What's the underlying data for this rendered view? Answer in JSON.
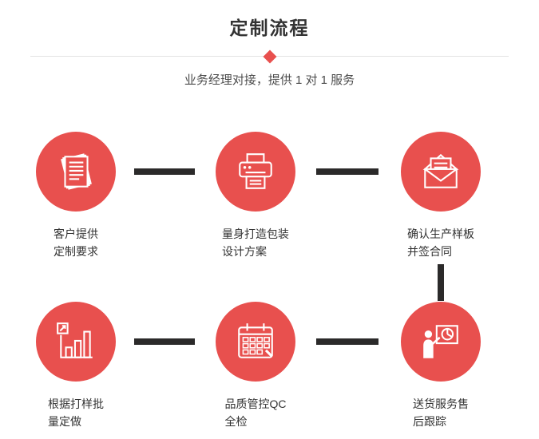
{
  "header": {
    "title": "定制流程",
    "subtitle": "业务经理对接，提供 1 对 1 服务"
  },
  "colors": {
    "accent": "#e8504e",
    "connector": "#2b2a2a"
  },
  "steps": [
    {
      "icon": "documents-icon",
      "label_line1": "客户提供",
      "label_line2": "定制要求"
    },
    {
      "icon": "printer-icon",
      "label_line1": "量身打造包装",
      "label_line2": "设计方案"
    },
    {
      "icon": "envelope-icon",
      "label_line1": "确认生产样板",
      "label_line2": "并签合同"
    },
    {
      "icon": "bar-chart-icon",
      "label_line1": "根据打样批",
      "label_line2": "量定做"
    },
    {
      "icon": "calendar-icon",
      "label_line1": "品质管控QC",
      "label_line2": "全检"
    },
    {
      "icon": "presentation-icon",
      "label_line1": "送货服务售",
      "label_line2": "后跟踪"
    }
  ]
}
